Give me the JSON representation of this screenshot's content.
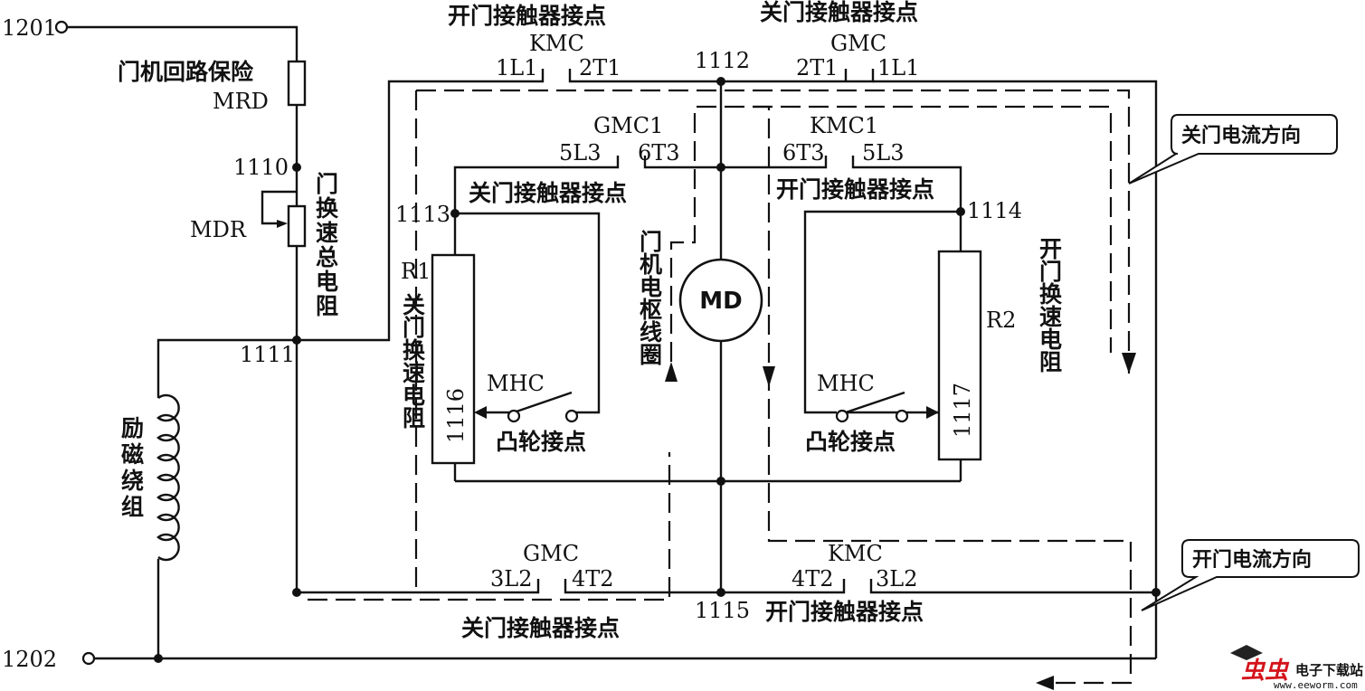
{
  "nodes": {
    "n1201": "1201",
    "n1202": "1202",
    "n1110": "1110",
    "n1111": "1111",
    "n1112": "1112",
    "n1113": "1113",
    "n1114": "1114",
    "n1115": "1115",
    "n1116": "1116",
    "n1117": "1117"
  },
  "labels": {
    "door_fuse": "门机回路保险",
    "mrd": "MRD",
    "mdr": "MDR",
    "total_speed_resistor": "门换速总电阻",
    "excitation_winding": "励磁绕组",
    "open_contact_top": "开门接触器接点",
    "close_contact_top": "关门接触器接点",
    "kmc_top": "KMC",
    "gmc_top": "GMC",
    "kmc_1l1": "1L1",
    "kmc_2t1": "2T1",
    "gmc_2t1": "2T1",
    "gmc_1l1": "1L1",
    "gmc1": "GMC1",
    "gmc1_5l3": "5L3",
    "gmc1_6t3": "6T3",
    "kmc1": "KMC1",
    "kmc1_6t3": "6T3",
    "kmc1_5l3": "5L3",
    "close_contact_mid": "关门接触器接点",
    "open_contact_mid": "开门接触器接点",
    "r1": "R1",
    "r1_desc": "关门换速电阻",
    "r2": "R2",
    "r2_desc": "开门换速电阻",
    "armature": "门机电枢线圈",
    "motor": "MD",
    "mhc_left": "MHC",
    "mhc_right": "MHC",
    "cam_left": "凸轮接点",
    "cam_right": "凸轮接点",
    "gmc_bottom": "GMC",
    "gmc_3l2": "3L2",
    "gmc_4t2": "4T2",
    "kmc_bottom": "KMC",
    "kmc_4t2": "4T2",
    "kmc_3l2": "3L2",
    "close_contact_bottom": "关门接触器接点",
    "open_contact_bottom": "开门接触器接点"
  },
  "callouts": {
    "close_current": "关门电流方向",
    "open_current": "开门电流方向"
  },
  "watermark": {
    "logo": "虫虫",
    "site_name": "电子下载站",
    "url": "www.eeworm.com"
  },
  "colors": {
    "logo_red": "#d4141c",
    "ink": "#111111"
  }
}
